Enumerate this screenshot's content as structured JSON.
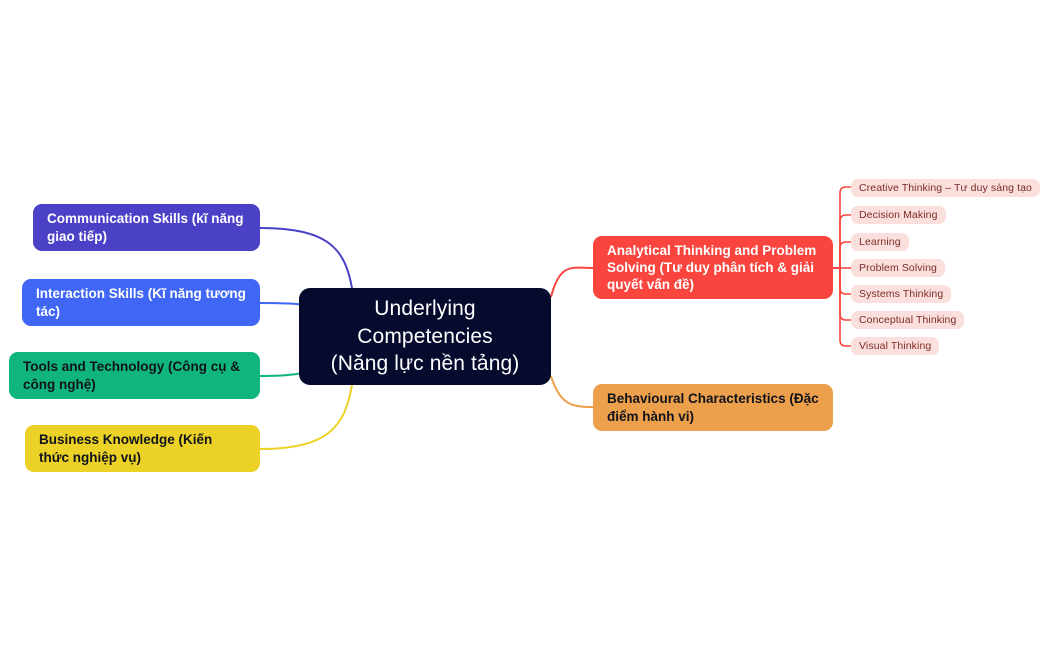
{
  "diagram": {
    "type": "mind-map",
    "background": "#ffffff",
    "root": {
      "text": "Underlying\nCompetencies\n(Năng lực nền tảng)",
      "color": "#060b2e",
      "text_color": "#ffffff"
    },
    "left_branches": [
      {
        "name": "communication",
        "label": "Communication Skills (kĩ năng giao tiếp)",
        "color": "#4a41c7",
        "text_color": "#ffffff"
      },
      {
        "name": "interaction",
        "label": "Interaction Skills (Kĩ năng tương tác)",
        "color": "#4066f5",
        "text_color": "#ffffff"
      },
      {
        "name": "tools",
        "label": "Tools and Technology (Công cụ & công nghệ)",
        "color": "#0fb57c",
        "text_color": "#10131c"
      },
      {
        "name": "business",
        "label": "Business Knowledge (Kiến thức nghiệp vụ)",
        "color": "#ecd226",
        "text_color": "#10131c"
      }
    ],
    "right_branches": [
      {
        "name": "analytical",
        "label": "Analytical Thinking and Problem Solving (Tư duy phân tích & giải quyết vấn đề)",
        "color": "#f9453e",
        "text_color": "#ffffff",
        "children": [
          {
            "label": "Creative Thinking – Tư duy sáng tạo"
          },
          {
            "label": "Decision Making"
          },
          {
            "label": "Learning"
          },
          {
            "label": "Problem Solving"
          },
          {
            "label": "Systems Thinking"
          },
          {
            "label": "Conceptual Thinking"
          },
          {
            "label": "Visual Thinking"
          }
        ],
        "child_color": "#fadfdc",
        "child_text_color": "#7d2c27"
      },
      {
        "name": "behavioural",
        "label": "Behavioural Characteristics (Đặc điểm hành vi)",
        "color": "#eda04b",
        "text_color": "#10131c",
        "children": []
      }
    ]
  }
}
